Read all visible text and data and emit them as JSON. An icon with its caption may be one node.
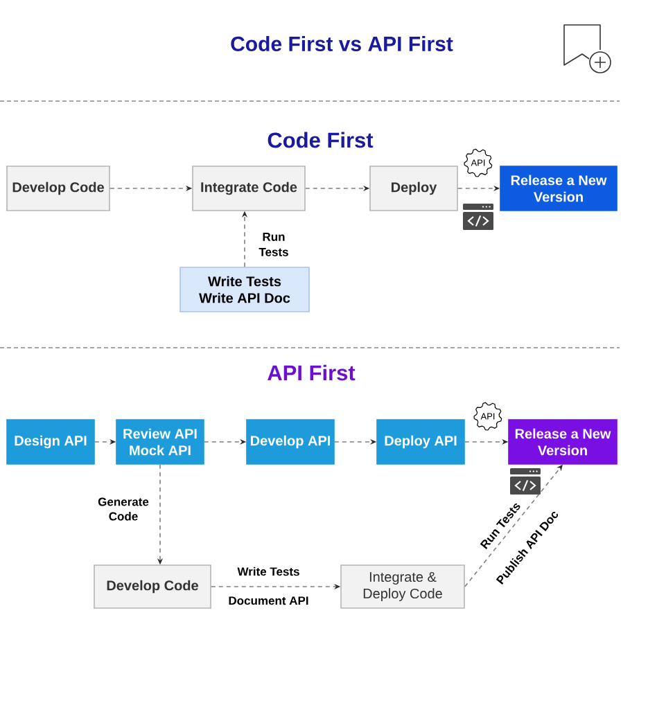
{
  "diagram": {
    "title": "Code First vs API First",
    "nodes": [
      {
        "text": [
          "Develop Code"
        ]
      },
      {
        "text": [
          "Integrate Code"
        ]
      },
      {
        "text": [
          "Deploy"
        ]
      },
      {
        "text": [
          "Release a New Version"
        ]
      },
      {
        "text": [
          "Write Tests Write API Doc"
        ]
      },
      {
        "text": [
          "Design API"
        ]
      },
      {
        "text": [
          "Review API Mock API"
        ]
      },
      {
        "text": [
          "Develop API"
        ]
      },
      {
        "text": [
          "Deploy API"
        ]
      },
      {
        "text": [
          "Release a New Version"
        ]
      },
      {
        "text": [
          "Develop Code"
        ]
      },
      {
        "text": [
          "Integrate & Deploy Code"
        ]
      }
    ],
    "edges": [
      {
        "from": 0,
        "to": 1,
        "arrow": "to"
      },
      {
        "from": 1,
        "to": 2,
        "arrow": "to"
      },
      {
        "from": 2,
        "to": 3,
        "arrow": "to"
      },
      {
        "from": 4,
        "to": 1,
        "arrow": "to",
        "label": "Run Tests"
      },
      {
        "from": 5,
        "to": 6,
        "arrow": "to"
      },
      {
        "from": 6,
        "to": 7,
        "arrow": "to"
      },
      {
        "from": 7,
        "to": 8,
        "arrow": "to"
      },
      {
        "from": 8,
        "to": 9,
        "arrow": "to"
      },
      {
        "from": 6,
        "to": 10,
        "arrow": "to",
        "label": "Generate Code"
      },
      {
        "from": 10,
        "to": 11,
        "arrow": "to",
        "label": "Write Tests Document API"
      },
      {
        "from": 11,
        "to": 9,
        "arrow": "to",
        "label": "Run Tests Publish API Doc"
      }
    ],
    "labels": [
      "Code First",
      "API",
      "API First",
      "API"
    ]
  }
}
